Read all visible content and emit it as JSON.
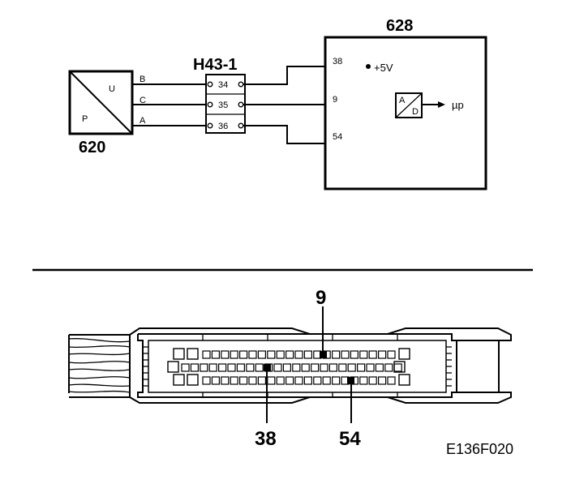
{
  "sensor": {
    "id": "620",
    "label_u": "U",
    "label_p": "P",
    "pins": [
      "B",
      "C",
      "A"
    ]
  },
  "connector": {
    "id": "H43-1",
    "pins": [
      "34",
      "35",
      "36"
    ]
  },
  "ecu": {
    "id": "628",
    "pins": [
      "38",
      "9",
      "54"
    ],
    "supply": "+5V",
    "adc_a": "A",
    "adc_d": "D",
    "mcu": "µp"
  },
  "plug_view": {
    "callouts": [
      "9",
      "38",
      "54"
    ]
  },
  "figure_code": "E136F020"
}
